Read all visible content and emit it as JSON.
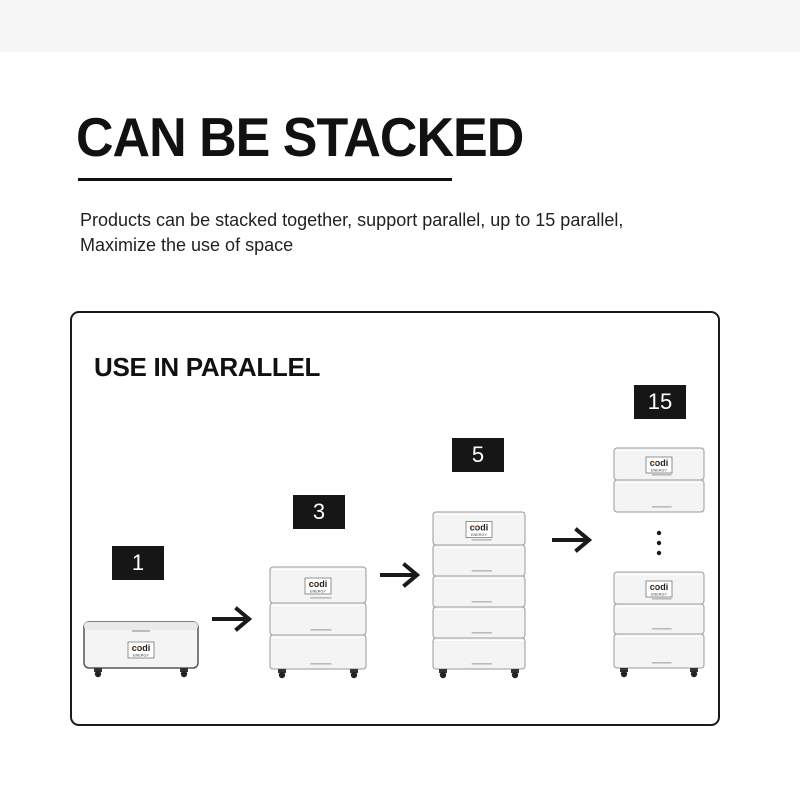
{
  "heading": {
    "title": "CAN BE STACKED",
    "description": [
      "Products can be stacked together, support parallel, up to 15 parallel,",
      "Maximize the use of space"
    ]
  },
  "panel": {
    "title": "USE IN PARALLEL",
    "stages": [
      {
        "count": "1"
      },
      {
        "count": "3"
      },
      {
        "count": "5"
      },
      {
        "count": "15"
      }
    ]
  },
  "brand": {
    "logo_text": "codi",
    "logo_subtext": "ENERGY",
    "accent_color": "#e8731c"
  },
  "colors": {
    "badge_bg": "#161616",
    "module_face": "#f4f4f4",
    "module_border": "#9a9a9a"
  },
  "icons": {
    "arrow": "arrow-right-icon",
    "ellipsis": "vertical-ellipsis-icon"
  }
}
